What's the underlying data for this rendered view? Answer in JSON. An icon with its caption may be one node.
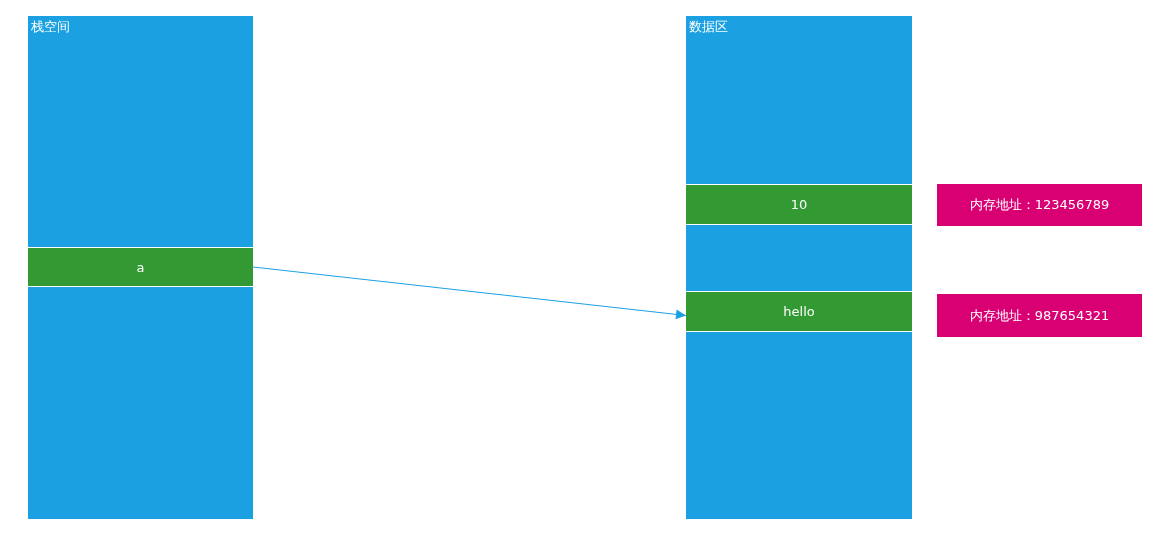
{
  "diagram": {
    "nodes": [
      {
        "text": [
          "栈空间"
        ]
      },
      {
        "text": [
          "a"
        ],
        "in": 0
      },
      {
        "text": [
          "数据区"
        ]
      },
      {
        "text": [
          "10"
        ],
        "in": 2
      },
      {
        "text": [
          "hello"
        ],
        "in": 2
      },
      {
        "text": [
          "内存地址：123456789"
        ]
      },
      {
        "text": [
          "内存地址：987654321"
        ]
      }
    ],
    "edges": [
      {
        "from": 1,
        "to": 4,
        "arrow": "to",
        "color": "#1ba1e2"
      }
    ]
  }
}
